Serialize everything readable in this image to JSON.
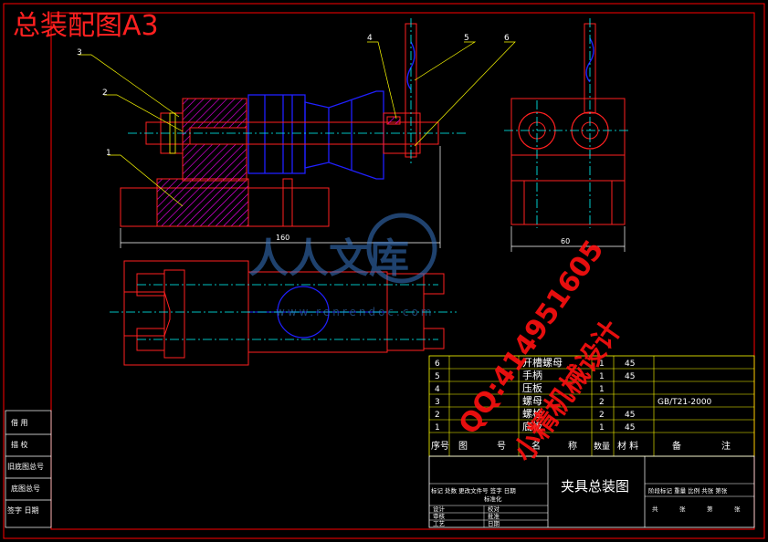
{
  "title": "总装配图A3",
  "drawing_name": "夹具总装图",
  "dimensions": {
    "width_overall": "160",
    "width_side": "60"
  },
  "leaders": [
    "1",
    "2",
    "3",
    "4",
    "5",
    "6"
  ],
  "bom": {
    "rows": [
      {
        "no": "6",
        "name": "开槽螺母",
        "qty": "1",
        "material": "45",
        "std": ""
      },
      {
        "no": "5",
        "name": "手柄",
        "qty": "1",
        "material": "45",
        "std": ""
      },
      {
        "no": "4",
        "name": "压板",
        "qty": "1",
        "material": "",
        "std": ""
      },
      {
        "no": "3",
        "name": "螺母",
        "qty": "2",
        "material": "",
        "std": "GB/T21-2000"
      },
      {
        "no": "2",
        "name": "螺栓",
        "qty": "2",
        "material": "45",
        "std": ""
      },
      {
        "no": "1",
        "name": "底板",
        "qty": "1",
        "material": "45",
        "std": ""
      }
    ],
    "headers": [
      "序号",
      "图",
      "号",
      "名",
      "称",
      "数量",
      "材 料",
      "备",
      "注"
    ]
  },
  "left_strip": [
    "借 用",
    "描 校",
    "旧底图总号",
    "底图总号",
    "签字  日期"
  ],
  "title_block": {
    "left_row1": "标记 处数 更改文件号 签字 日期",
    "left_row2": "标准化",
    "left_rows": [
      [
        "设计",
        "校对"
      ],
      [
        "审核",
        "批准"
      ],
      [
        "工艺",
        "日期"
      ]
    ],
    "right_row1": "阶段标记 重量 比例 共张 第张",
    "right_row2": [
      "共",
      "张",
      "第",
      "张"
    ]
  },
  "watermark": {
    "brand": "人人文库",
    "url": "www.renrendoc.com",
    "qq": "QQ:414951605",
    "shop": "小精机械设计"
  },
  "colors": {
    "background": "#000000",
    "frame": "#ff0000",
    "white": "#ffffff",
    "blue": "#2020ff",
    "magenta": "#ff00ff",
    "cyan": "#00ffff",
    "yellow": "#ffff00",
    "title": "#ff2020"
  }
}
